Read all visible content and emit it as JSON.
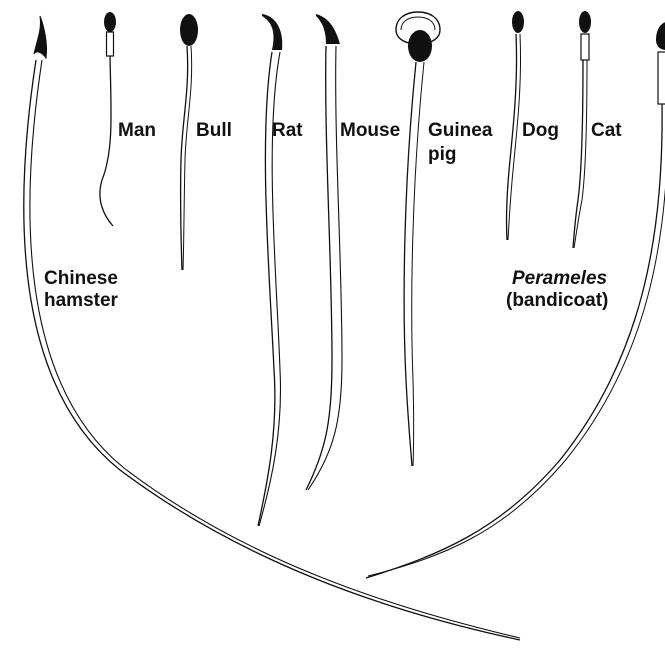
{
  "labels": {
    "man": "Man",
    "bull": "Bull",
    "rat": "Rat",
    "mouse": "Mouse",
    "guinea_pig_line1": "Guinea",
    "guinea_pig_line2": "pig",
    "dog": "Dog",
    "cat": "Cat",
    "chinese_hamster_line1": "Chinese",
    "chinese_hamster_line2": "hamster",
    "perameles_line1": "Perameles",
    "perameles_line2": "(bandicoat)"
  },
  "colors": {
    "ink": "#111111",
    "background": "#ffffff"
  }
}
